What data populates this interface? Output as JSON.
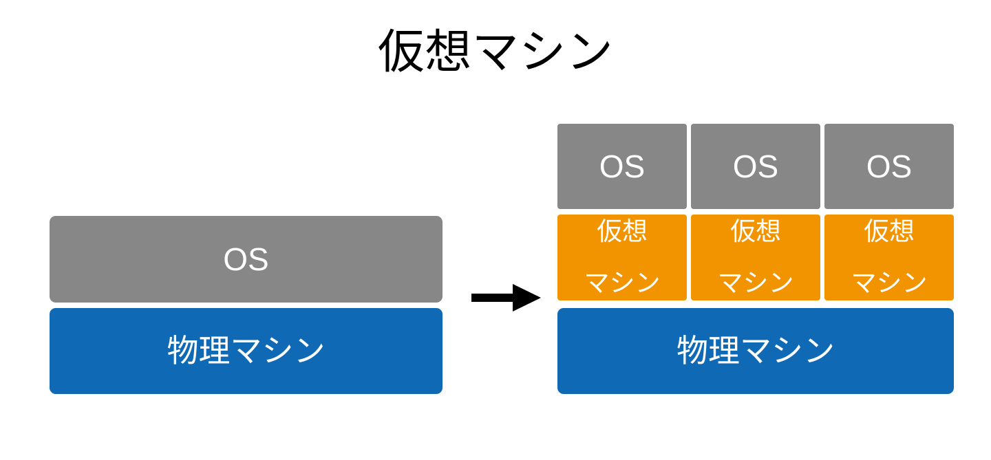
{
  "title": "仮想マシン",
  "colors": {
    "background": "#ffffff",
    "os_block": "#878787",
    "physical_machine_block": "#1069B4",
    "virtual_machine_block": "#F29400",
    "block_text": "#ffffff",
    "title_text": "#000000",
    "arrow": "#000000"
  },
  "before": {
    "label": "before-virtualization-stack",
    "layers": [
      {
        "name": "os",
        "text": "OS",
        "color": "#878787"
      },
      {
        "name": "physical-machine",
        "text": "物理マシン",
        "color": "#1069B4"
      }
    ]
  },
  "arrow": {
    "icon": "arrow-right-icon",
    "direction": "right",
    "color": "#000000"
  },
  "after": {
    "label": "after-virtualization-stack",
    "columns": [
      {
        "os": {
          "text": "OS",
          "color": "#878787"
        },
        "vm": {
          "line1": "仮想",
          "line2": "マシン",
          "color": "#F29400"
        }
      },
      {
        "os": {
          "text": "OS",
          "color": "#878787"
        },
        "vm": {
          "line1": "仮想",
          "line2": "マシン",
          "color": "#F29400"
        }
      },
      {
        "os": {
          "text": "OS",
          "color": "#878787"
        },
        "vm": {
          "line1": "仮想",
          "line2": "マシン",
          "color": "#F29400"
        }
      }
    ],
    "base": {
      "name": "physical-machine",
      "text": "物理マシン",
      "color": "#1069B4"
    }
  }
}
